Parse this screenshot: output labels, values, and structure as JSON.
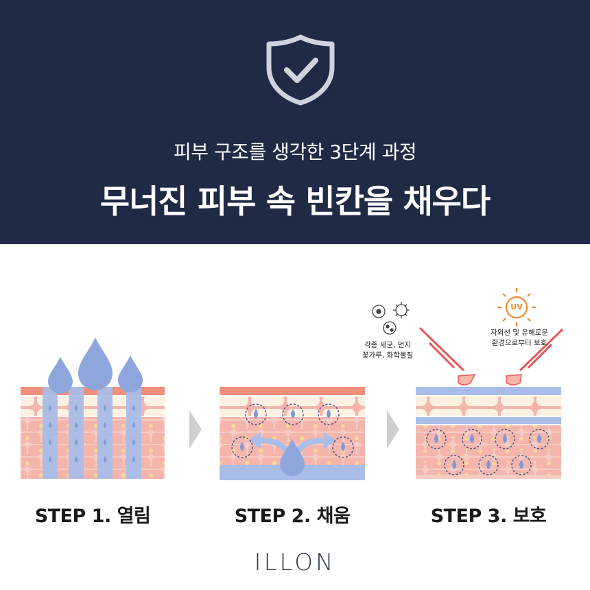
{
  "header": {
    "icon": "shield-check-icon",
    "subtitle": "피부 구조를 생각한 3단계 과정",
    "title": "무너진 피부 속 빈칸을 채우다"
  },
  "steps": [
    {
      "label": "STEP 1. 열림"
    },
    {
      "label": "STEP 2. 채움"
    },
    {
      "label": "STEP 3. 보호"
    }
  ],
  "step3_notes": {
    "germs_line1": "각종 세균, 먼지",
    "germs_line2": "꽃가루, 화학물질",
    "uv_badge": "UV",
    "uv_line1": "자외선 및 유해로운",
    "uv_line2": "환경으로부터 보호"
  },
  "brand": {
    "logo": "ILLON"
  },
  "colors": {
    "header_bg": "#1f2a45",
    "skin_pink": "#f4b5ad",
    "skin_salmon": "#f0907c",
    "cream": "#fdf2e2",
    "water_blue": "#8ea6dc",
    "channel_blue": "#a9bde8",
    "uv_orange": "#f08a2a",
    "arrow_red": "#e8555a"
  }
}
